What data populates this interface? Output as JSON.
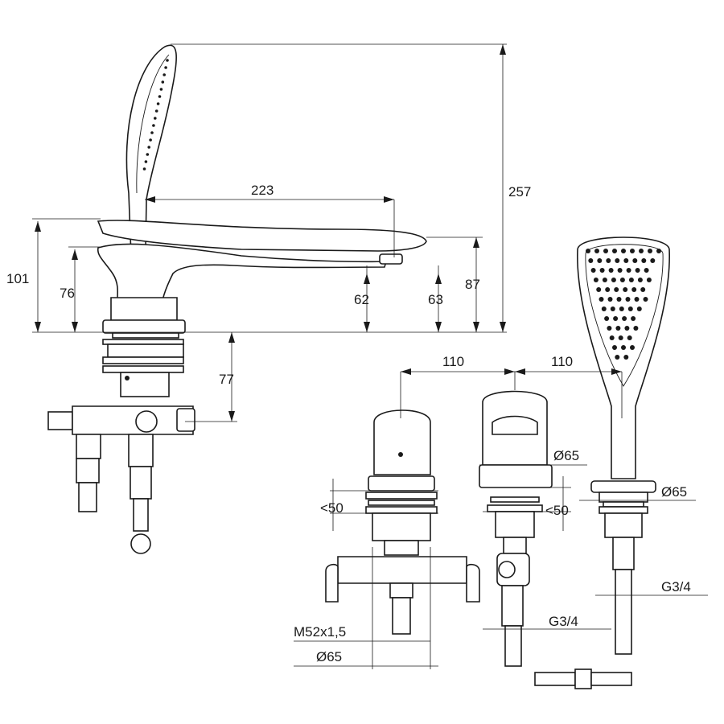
{
  "title": "Bath-shower mixer technical drawing",
  "dimensions": {
    "spout_reach": "223",
    "total_height": "257",
    "lever_height": "101",
    "body_height": "76",
    "outlet_height_62": "62",
    "outlet_height_63": "63",
    "spout_height": "87",
    "below_deck": "77",
    "spacing_left": "110",
    "spacing_right": "110",
    "spout_dia": "Ø65",
    "shower_dia": "Ø65",
    "deck_thickness_left": "<50",
    "deck_thickness_right": "<50",
    "shower_thread": "G3/4",
    "spout_thread": "G3/4",
    "mixer_thread": "M52x1,5",
    "mixer_dia": "Ø65"
  }
}
